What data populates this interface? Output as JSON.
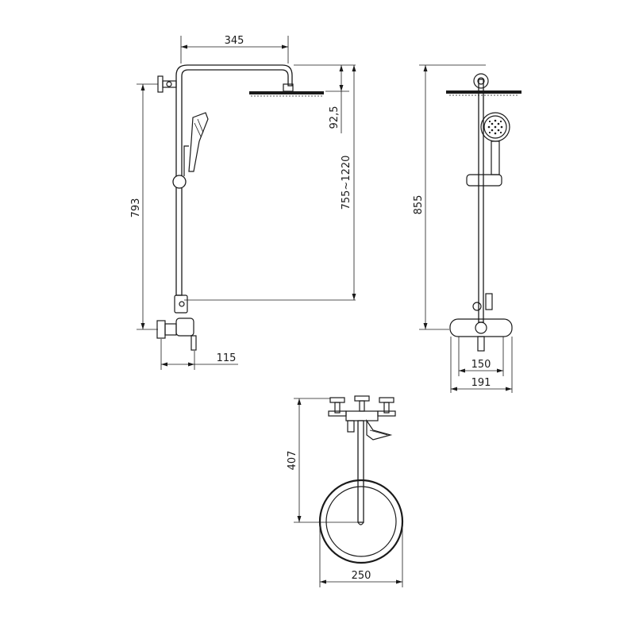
{
  "colors": {
    "line": "#1a1a1a",
    "background": "#ffffff"
  },
  "side_view": {
    "dim_arm_length": "345",
    "dim_head_drop": "92,5",
    "dim_height_adjust": "755~1220",
    "dim_total_height": "793",
    "dim_wall_offset": "115"
  },
  "front_view": {
    "dim_total_height": "855",
    "dim_valve_centers": "150",
    "dim_valve_width": "191"
  },
  "top_view": {
    "dim_depth": "407",
    "dim_head_diameter": "250"
  }
}
